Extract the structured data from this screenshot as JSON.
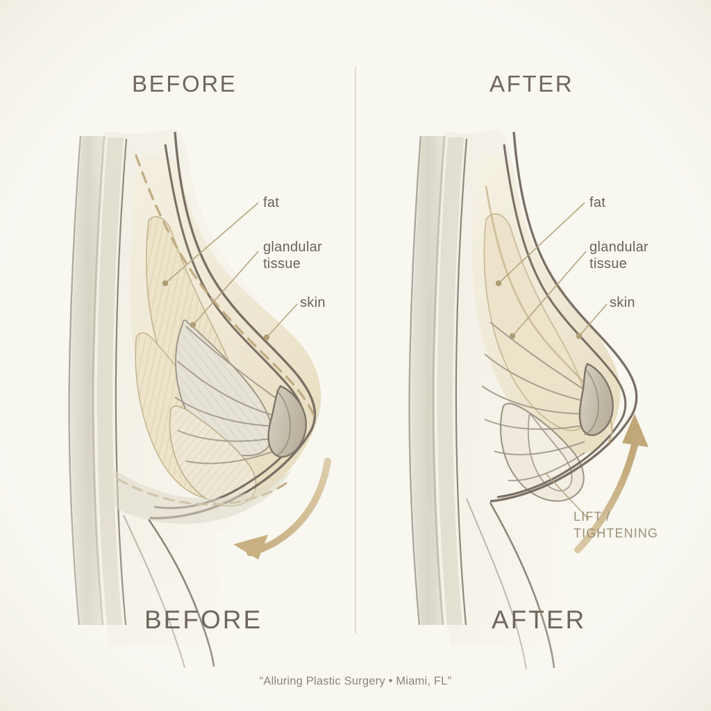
{
  "meta": {
    "background_color": "#f8f7f0",
    "ink_color": "#7a7065",
    "accent_tan": "#c2ad85",
    "fat_fill": "#f2ece0",
    "gland_fill": "#ece3c9",
    "text_color": "#6b6258"
  },
  "panels": {
    "before": {
      "title_top": "BEFORE",
      "title_bottom": "BEFORE",
      "labels": [
        {
          "id": "fat",
          "text": "fat"
        },
        {
          "id": "glandular-tissue",
          "text": "glandular\ntissue"
        },
        {
          "id": "skin",
          "text": "skin"
        }
      ],
      "arrow_direction": "down-left",
      "arrow_meaning": "sagging / descent"
    },
    "after": {
      "title_top": "AFTER",
      "title_bottom": "AFTER",
      "labels": [
        {
          "id": "fat",
          "text": "fat"
        },
        {
          "id": "glandular-tissue",
          "text": "glandular\ntissue"
        },
        {
          "id": "skin",
          "text": "skin"
        }
      ],
      "arrow_direction": "up",
      "arrow_meaning": "lift / tightening",
      "arrow_label": "LIFT /\nTIGHTENING"
    }
  },
  "footer": {
    "caption": "“Alluring Plastic Surgery • Miami, FL”"
  }
}
